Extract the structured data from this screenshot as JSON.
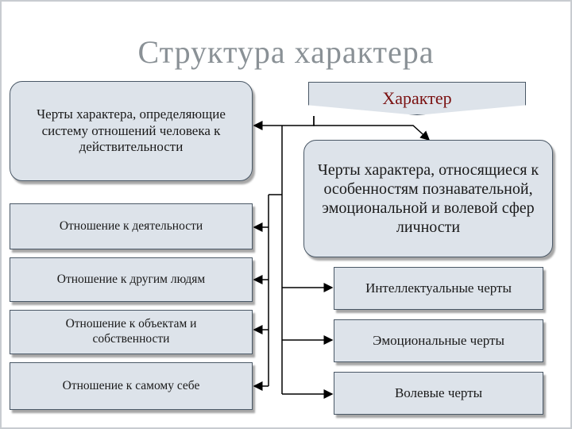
{
  "title": "Структура характера",
  "left": {
    "header": "Черты характера, определяющие систему отношений человека к действительности",
    "items": [
      "Отношение к деятельности",
      "Отношение к другим людям",
      "Отношение к объектам и собственности",
      "Отношение к самому себе"
    ]
  },
  "right": {
    "root": "Характер",
    "header": "Черты характера, относящиеся к особенностям познавательной, эмоциональной и волевой сфер личности",
    "items": [
      "Интеллектуальные черты",
      "Эмоциональные черты",
      "Волевые черты"
    ]
  },
  "colors": {
    "box_fill": "#dde3ea",
    "title_text": "#8a9196",
    "root_text": "#7a1010"
  }
}
